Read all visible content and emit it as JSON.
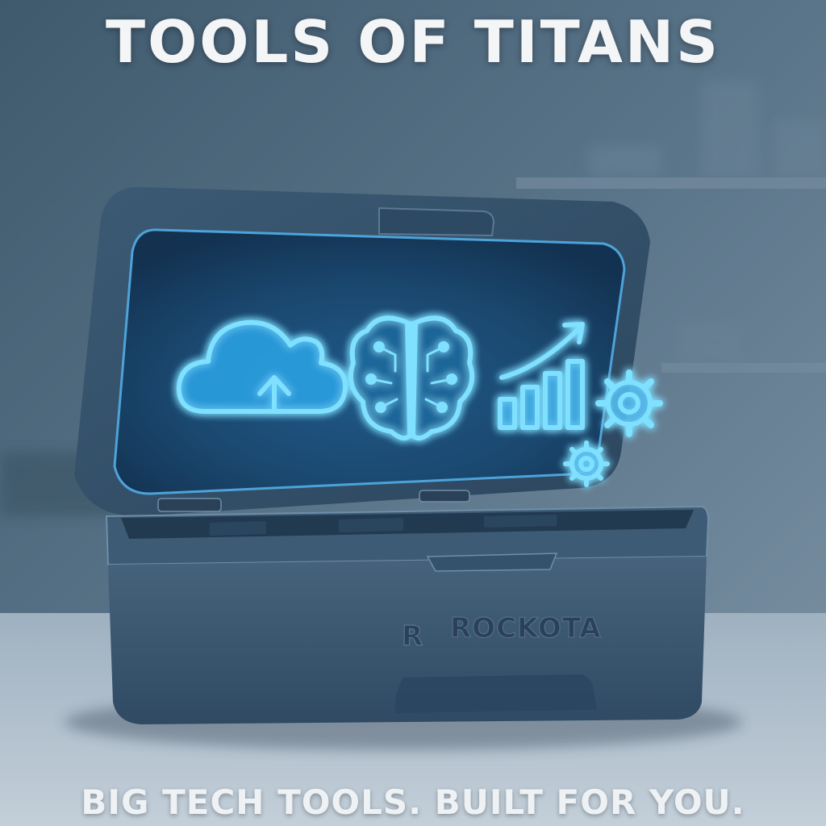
{
  "headline": "TOOLS OF TITANS",
  "tagline": "BIG TECH TOOLS. BUILT FOR YOU.",
  "brand": {
    "name": "ROCKOTA",
    "mark": "R"
  },
  "icons": [
    "cloud-upload-icon",
    "brain-circuit-icon",
    "growth-chart-icon",
    "gear-large-icon",
    "gear-small-icon"
  ],
  "colors": {
    "background": "#4a6478",
    "box": "#3a5670",
    "glow": "#5fd2ff",
    "text": "#f3f5f7"
  }
}
